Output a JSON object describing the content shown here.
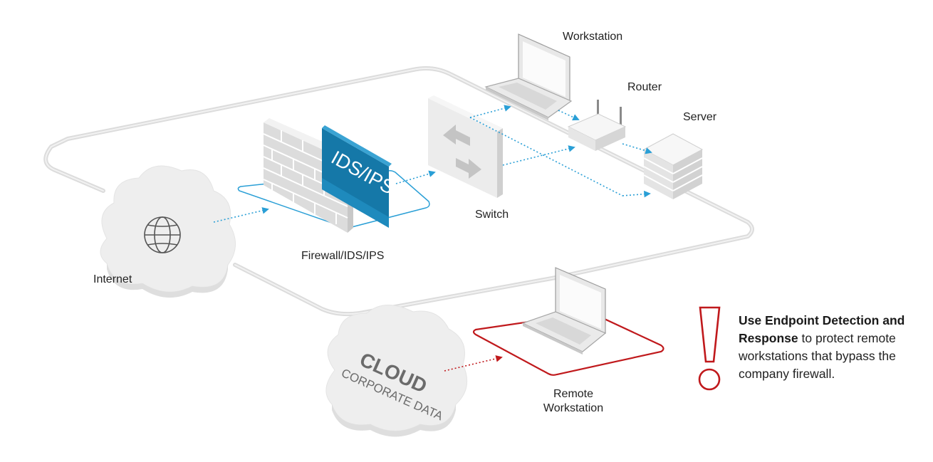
{
  "labels": {
    "workstation": "Workstation",
    "router": "Router",
    "server": "Server",
    "switch": "Switch",
    "firewall": "Firewall/IDS/IPS",
    "internet": "Internet",
    "remote_line1": "Remote",
    "remote_line2": "Workstation",
    "ids_panel": "IDS/IPS",
    "cloud_title": "CLOUD",
    "cloud_subtitle": "CORPORATE DATA"
  },
  "callout": {
    "bold_text": "Use Endpoint Detection and Response",
    "text": " to protect remote workstations that bypass the company firewall."
  },
  "colors": {
    "link_blue": "#2a9fd6",
    "alert_red": "#c0191c",
    "ids_panel": "#1578a8",
    "network_loop": "#dcdcdc",
    "device_gray": "#eeeeee"
  }
}
